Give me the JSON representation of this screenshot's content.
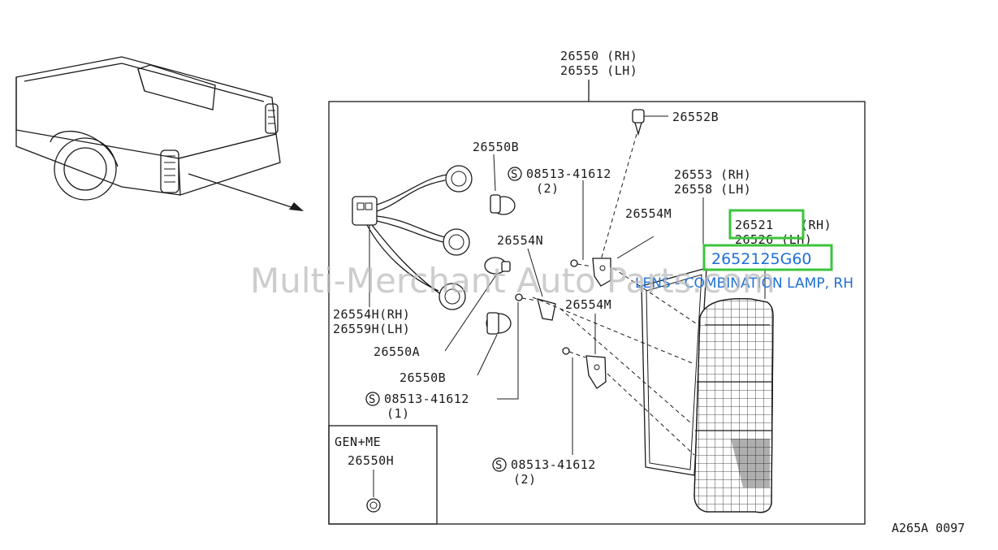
{
  "watermark": "Multi-Merchant Auto Parts.com",
  "diagram_code": "A265A 0097",
  "assembly": {
    "rh": "26550 (RH)",
    "lh": "26555 (LH)"
  },
  "highlight": {
    "part_rh": "26521",
    "part_rh_side": "(RH)",
    "part_lh": "26526 (LH)",
    "part_number": "2652125G60",
    "description": "LENS - COMBINATION LAMP, RH"
  },
  "labels": {
    "p26552b": "26552B",
    "p26550b_top": "26550B",
    "bolt_top": "08513-41612",
    "bolt_top_qty": "(2)",
    "p26553": "26553 (RH)",
    "p26558": "26558 (LH)",
    "p26554m_top": "26554M",
    "p26554n": "26554N",
    "p26554m_mid": "26554M",
    "p26554h": "26554H(RH)",
    "p26559h": "26559H(LH)",
    "p26550a": "26550A",
    "p26550b_bottom": "26550B",
    "bolt_mid": "08513-41612",
    "bolt_mid_qty": "(1)",
    "bolt_bottom": "08513-41612",
    "bolt_bottom_qty": "(2)",
    "inset_title": "GEN+ME",
    "inset_part": "26550H",
    "screw_symbol": "S"
  }
}
